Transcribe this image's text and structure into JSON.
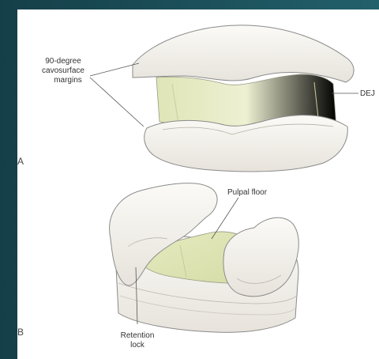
{
  "figure_a": {
    "panel_label": "A",
    "margin_label_lines": [
      "90-degree",
      "cavosurface",
      "margins"
    ],
    "dej_label": "DEJ"
  },
  "figure_b": {
    "panel_label": "B",
    "pulpal_floor_label": "Pulpal floor",
    "retention_lock_label_lines": [
      "Retention",
      "lock"
    ]
  },
  "colors": {
    "background_dark": "#1f5561",
    "panel": "#ffffff",
    "enamel": "#f7f4ef",
    "dentin": "#e8ecc9",
    "outline": "#7a7a7a"
  }
}
